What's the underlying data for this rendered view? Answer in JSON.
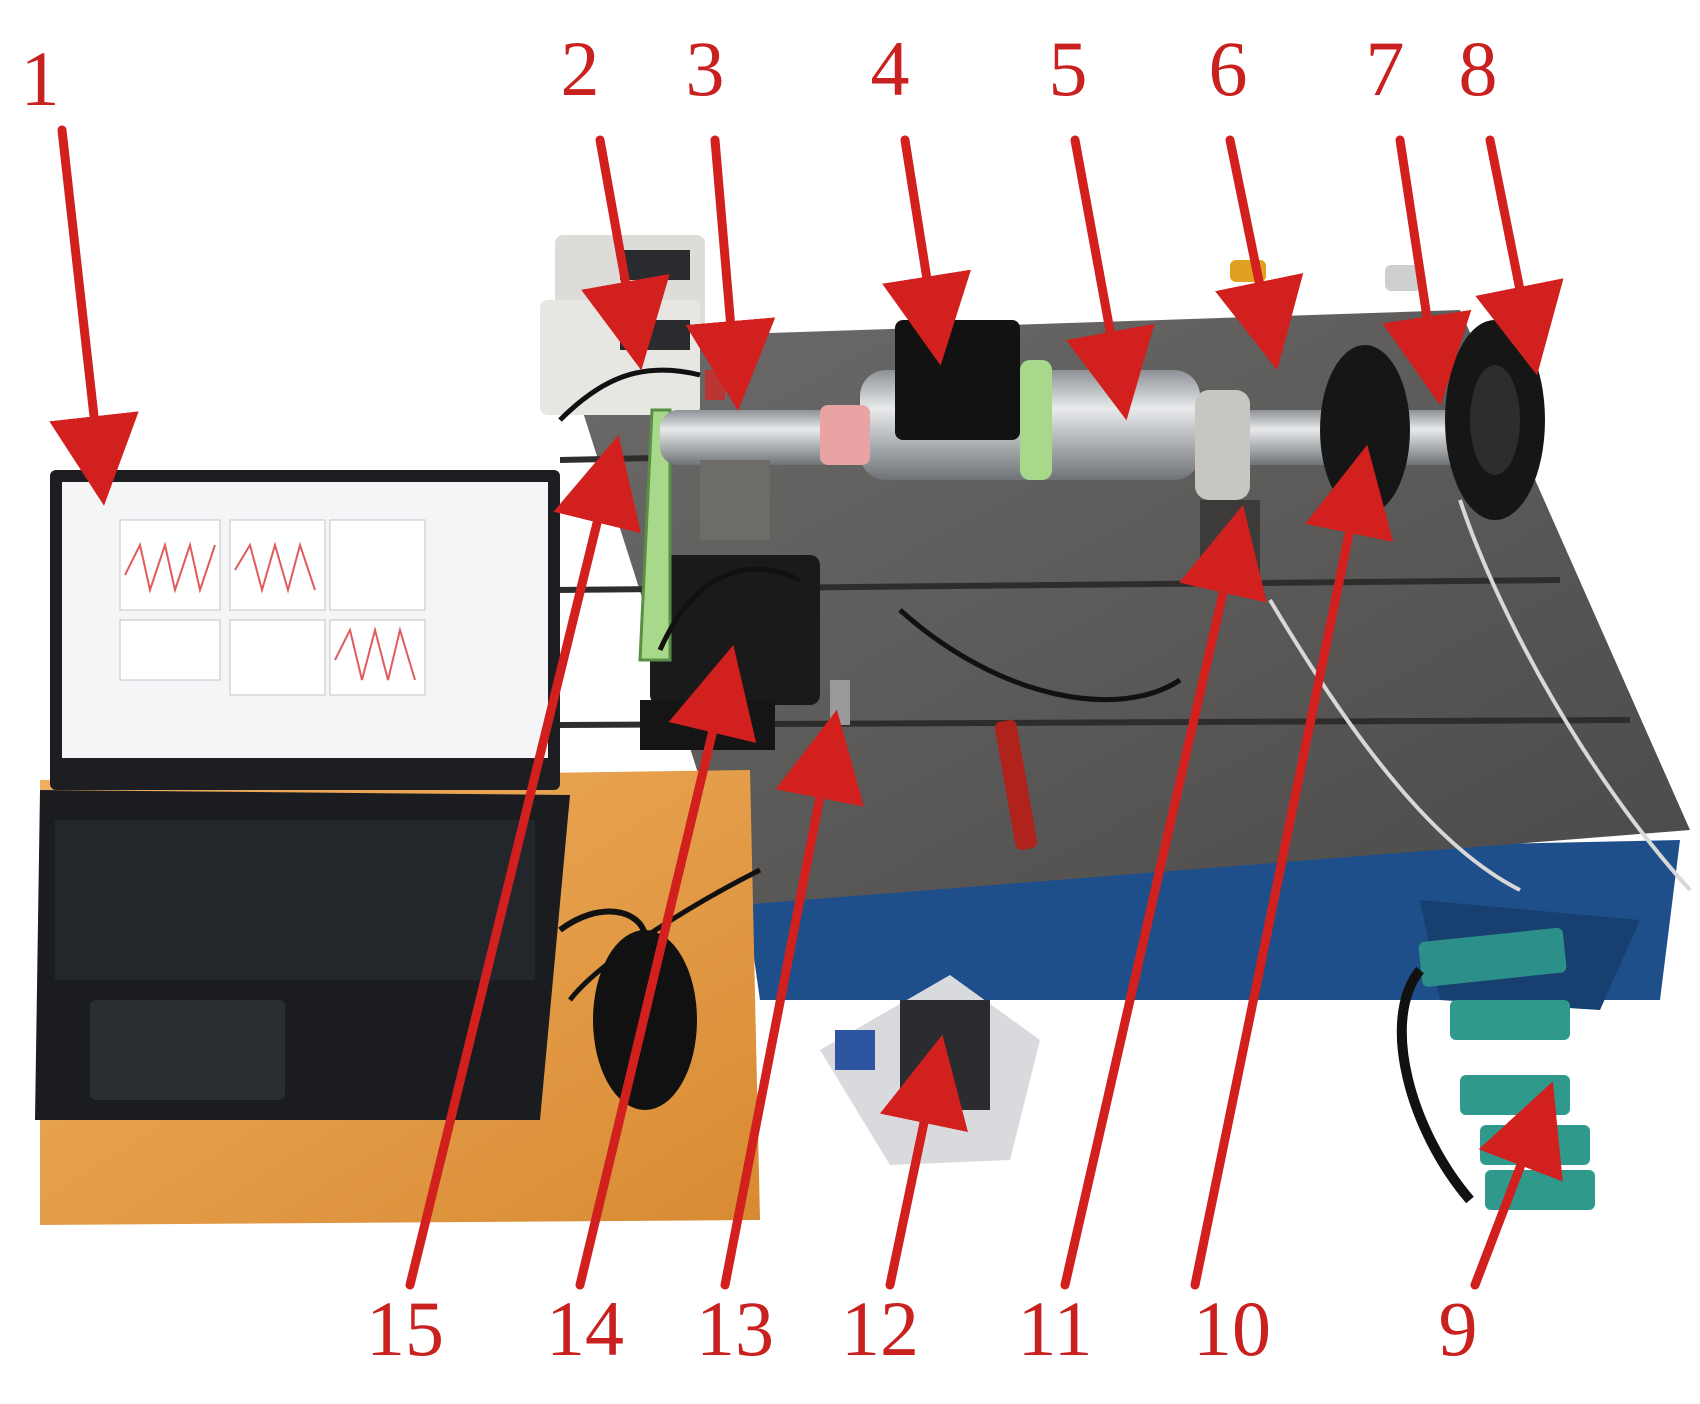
{
  "figure": {
    "labels": [
      {
        "id": "label-1",
        "text": "1"
      },
      {
        "id": "label-2",
        "text": "2"
      },
      {
        "id": "label-3",
        "text": "3"
      },
      {
        "id": "label-4",
        "text": "4"
      },
      {
        "id": "label-5",
        "text": "5"
      },
      {
        "id": "label-6",
        "text": "6"
      },
      {
        "id": "label-7",
        "text": "7"
      },
      {
        "id": "label-8",
        "text": "8"
      },
      {
        "id": "label-9",
        "text": "9"
      },
      {
        "id": "label-10",
        "text": "10"
      },
      {
        "id": "label-11",
        "text": "11"
      },
      {
        "id": "label-12",
        "text": "12"
      },
      {
        "id": "label-13",
        "text": "13"
      },
      {
        "id": "label-14",
        "text": "14"
      },
      {
        "id": "label-15",
        "text": "15"
      }
    ],
    "colors": {
      "callout": "#d2201e",
      "bench_top": "#5b5a58",
      "bench_base": "#1f4f8a",
      "desk": "#e9a24a",
      "laptop": "#1c1e22",
      "shaft": "#c9cccf",
      "disc": "#161616",
      "belt": "#a8d98a",
      "sensor_board": "#2d8f8a"
    }
  }
}
